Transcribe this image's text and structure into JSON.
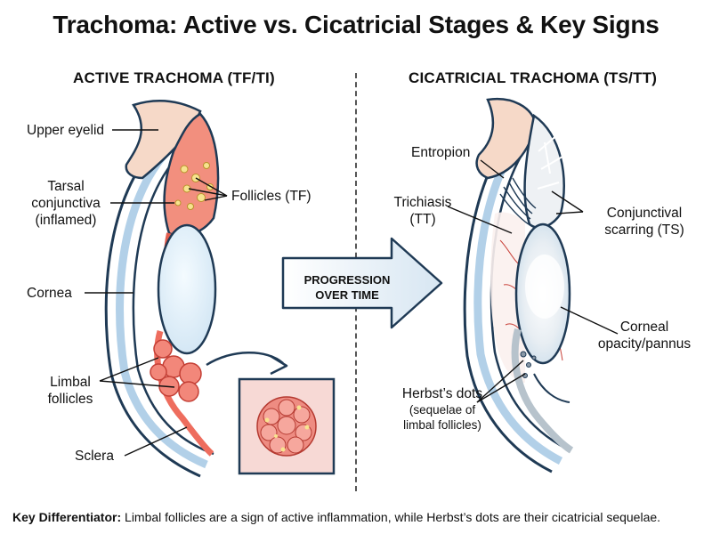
{
  "title": "Trachoma: Active vs. Cicatricial Stages & Key Signs",
  "left_panel": {
    "heading": "ACTIVE TRACHOMA (TF/TI)",
    "labels": {
      "upper_eyelid": "Upper eyelid",
      "tarsal_line1": "Tarsal",
      "tarsal_line2": "conjunctiva",
      "tarsal_line3": "(inflamed)",
      "follicles": "Follicles (TF)",
      "cornea": "Cornea",
      "limbal_line1": "Limbal",
      "limbal_line2": "follicles",
      "sclera": "Sclera"
    }
  },
  "right_panel": {
    "heading": "CICATRICIAL TRACHOMA (TS/TT)",
    "labels": {
      "entropion": "Entropion",
      "trichiasis_line1": "Trichiasis",
      "trichiasis_line2": "(TT)",
      "scarring_line1": "Conjunctival",
      "scarring_line2": "scarring (TS)",
      "opacity_line1": "Corneal",
      "opacity_line2": "opacity/pannus",
      "herbst_line1": "Herbst’s dots",
      "herbst_line2": "(sequelae of",
      "herbst_line3": "limbal follicles)"
    }
  },
  "progression": {
    "line1": "PROGRESSION",
    "line2": "OVER TIME"
  },
  "footer": {
    "key": "Key Differentiator:",
    "text": " Limbal follicles are a sign of active inflammation, while Herbst’s dots are their cicatricial sequelae."
  }
}
